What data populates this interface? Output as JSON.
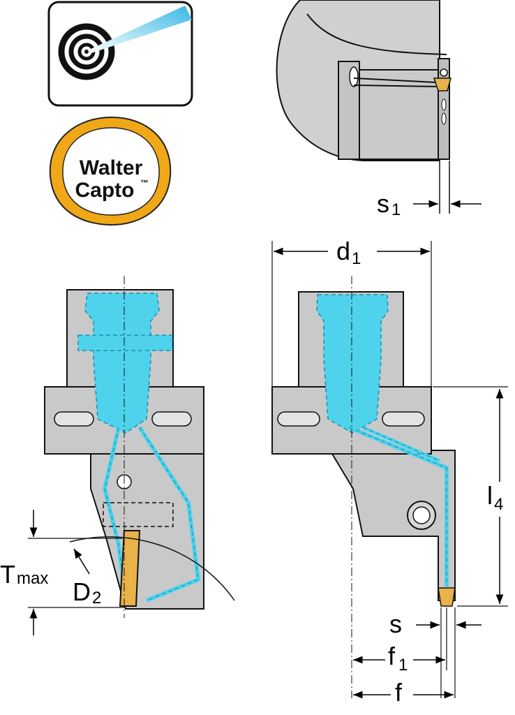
{
  "logo": {
    "line1": "Walter",
    "line2": "Capto",
    "tm": "™"
  },
  "colors": {
    "coolant": "#4fd3ec",
    "coolant_dark": "#1a8fb3",
    "body_gray": "#c9c9c9",
    "body_gray_dark": "#a8a8a8",
    "insert_gold": "#e9b24a",
    "logo_ring": "#f0a818",
    "beam": "#7fd6f4"
  },
  "icons": [
    "coolant-target-icon"
  ],
  "dimensions": {
    "s1": {
      "main": "s",
      "sub": "1"
    },
    "d1": {
      "main": "d",
      "sub": "1"
    },
    "l4": {
      "main": "l",
      "sub": "4"
    },
    "tmax": {
      "main": "T",
      "sub": "max"
    },
    "d2": {
      "main": "D",
      "sub": "2"
    },
    "s": {
      "main": "s"
    },
    "f1": {
      "main": "f",
      "sub": "1"
    },
    "f": {
      "main": "f"
    }
  }
}
